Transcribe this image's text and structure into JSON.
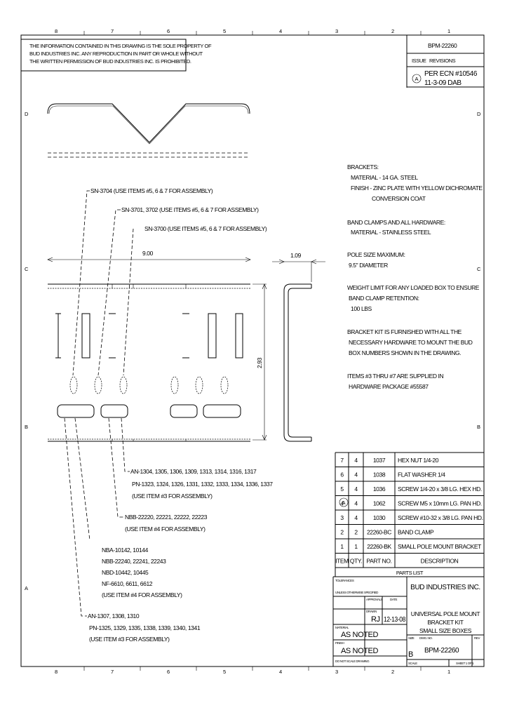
{
  "zones": {
    "columns": [
      "8",
      "7",
      "6",
      "5",
      "4",
      "3",
      "2",
      "1"
    ],
    "rows": [
      "D",
      "C",
      "B",
      "A"
    ]
  },
  "notice": {
    "lines": [
      "THE INFORMATION CONTAINED IN THIS DRAWING IS THE SOLE PROPERTY OF",
      "BUD INDUSTRIES INC. ANY REPRODUCTION IN PART OR WHOLE WITHOUT",
      "THE WRITTEN PERMISSION OF BUD INDUSTRIES INC. IS PROHIBITED."
    ]
  },
  "revision_block": {
    "dwg_no": "BPM-22260",
    "issue_header": "ISSUE",
    "revisions_header": "REVISIONS",
    "rev_letter": "A",
    "rev_line1": "PER ECN #10546",
    "rev_line2": "11-3-09 DAB"
  },
  "dimensions": {
    "width": "9.00",
    "height": "2.93",
    "depth": "1.09"
  },
  "callouts": {
    "sn3704": "SN-3704 (USE ITEMS #5, 6 & 7 FOR ASSEMBLY)",
    "sn3701": "SN-3701, 3702 (USE ITEMS #5, 6 & 7 FOR ASSEMBLY)",
    "sn3700": "SN-3700 (USE ITEMS #5, 6 & 7 FOR ASSEMBLY)",
    "an_group1": [
      "AN-1304, 1305, 1306, 1309, 1313, 1314, 1316, 1317",
      "PN-1323, 1324, 1326, 1331, 1332, 1333, 1334, 1336, 1337",
      "(USE ITEM #3 FOR ASSEMBLY)"
    ],
    "nbb_group": [
      "NBB-22220, 22221, 22222, 22223",
      "(USE ITEM #4 FOR ASSEMBLY)"
    ],
    "nba_group": [
      "NBA-10142, 10144",
      "NBB-22240, 22241, 22243",
      "NBD-10442, 10445",
      "NF-6610, 6611, 6612",
      "(USE ITEM #4 FOR ASSEMBLY)"
    ],
    "an_group2": [
      "AN-1307, 1308, 1310",
      "PN-1325, 1329, 1335, 1338, 1339, 1340, 1341",
      "(USE ITEM #3 FOR ASSEMBLY)"
    ]
  },
  "notes": {
    "brackets": [
      "BRACKETS:",
      "MATERIAL - 14 GA. STEEL",
      "FINISH - ZINC PLATE WITH YELLOW DICHROMATE",
      "CONVERSION COAT"
    ],
    "clamps": [
      "BAND CLAMPS AND ALL HARDWARE:",
      "MATERIAL - STAINLESS STEEL"
    ],
    "pole": [
      "POLE SIZE MAXIMUM:",
      "9.5\" DIAMETER"
    ],
    "weight": [
      "WEIGHT LIMIT FOR ANY LOADED BOX TO ENSURE",
      "BAND CLAMP RETENTION:",
      "100 LBS"
    ],
    "kit": [
      "BRACKET KIT IS FURNISHED WITH ALL THE",
      "NECESSARY HARDWARE TO MOUNT THE BUD",
      "BOX NUMBERS SHOWN IN THE DRAWING."
    ],
    "items": [
      "ITEMS #3 THRU #7 ARE SUPPLIED IN",
      "HARDWARE PACKAGE #55587"
    ]
  },
  "parts_list": {
    "rows": [
      {
        "item": "7",
        "qty": "4",
        "part": "1037",
        "desc": "HEX NUT 1/4-20"
      },
      {
        "item": "6",
        "qty": "4",
        "part": "1038",
        "desc": "FLAT WASHER 1/4"
      },
      {
        "item": "5",
        "qty": "4",
        "part": "1036",
        "desc": "SCREW 1/4-20 x 3/8 LG. HEX HD."
      },
      {
        "item": "4",
        "qty": "4",
        "part": "1062",
        "desc": "SCREW M5 x 10mm LG. PAN HD."
      },
      {
        "item": "3",
        "qty": "4",
        "part": "1030",
        "desc": "SCREW #10-32 x 3/8 LG. PAN HD."
      },
      {
        "item": "2",
        "qty": "2",
        "part": "22260-BC",
        "desc": "BAND CLAMP"
      },
      {
        "item": "1",
        "qty": "1",
        "part": "22260-BK",
        "desc": "SMALL POLE MOUNT BRACKET"
      }
    ],
    "headers": {
      "item": "ITEM",
      "qty": "QTY.",
      "part": "PART NO.",
      "desc": "DESCRIPTION"
    },
    "title": "PARTS LIST",
    "rev_marker": "A"
  },
  "title_block": {
    "tolerances": "TOLERANCES",
    "unless": "UNLESS OTHERWISE SPECIFIED",
    "approvals": "APPROVALS",
    "date_label": "DATE",
    "drawn_label": "DRAWN",
    "drawn_by": "RJ",
    "drawn_date": "12-13-08",
    "material_label": "MATERIAL",
    "material": "AS NOTED",
    "finish_label": "FINISH",
    "finish": "AS NOTED",
    "do_not_scale": "DO NOT SCALE DRAWING",
    "company": "BUD INDUSTRIES INC.",
    "title_lines": [
      "UNIVERSAL POLE MOUNT",
      "BRACKET KIT",
      "SMALL SIZE BOXES"
    ],
    "size_label": "SIZE",
    "size": "B",
    "dwg_no_label": "DWG. NO.",
    "dwg_no": "BPM-22260",
    "rev_label": "REV",
    "scale_label": "SCALE",
    "sheet": "SHEET 1 OF 1"
  }
}
